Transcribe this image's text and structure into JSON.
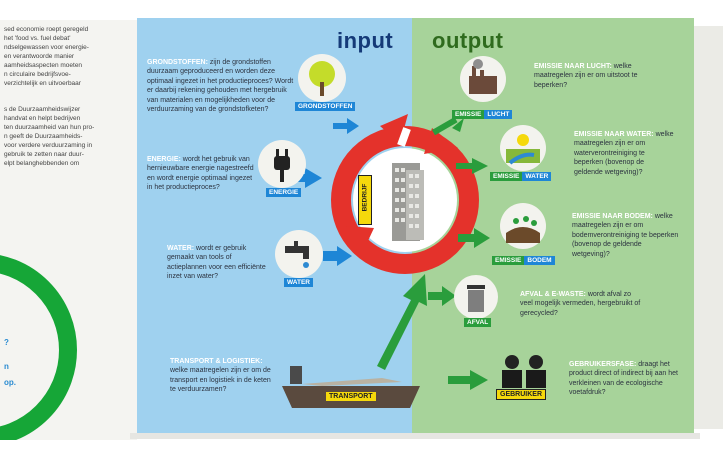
{
  "left_page": {
    "lines": [
      "sed economie roept geregeld",
      "het 'food vs. fuel debat'",
      "ndselgewassen voor energie-",
      "en verantwoorde manier",
      "aamheidsaspecten moeten",
      "n circulaire bedrijfsvoe-",
      "verzichtelijk en uitvoerbaar",
      "s de Duurzaamheidswijzer",
      "handvat en helpt bedrijven",
      "ten duurzaamheid van hun pro-",
      "n geeft de Duurzaamheids-",
      "voor verdere verduurzaming in",
      "gebruik te zetten naar duur-",
      "elpt belanghebbenden om"
    ],
    "partial_blue": [
      "?",
      "n",
      "op."
    ]
  },
  "input": {
    "title": "input",
    "grondstoffen": {
      "heading": "GRONDSTOFFEN:",
      "text": "zijn de grondstoffen duurzaam geproduceerd en worden deze optimaal ingezet in het productieproces? Wordt er daarbij rekening gehouden met hergebruik van materialen en mogelijkheden voor de verduurzaming van de grondstofketen?",
      "label": "GRONDSTOFFEN"
    },
    "energie": {
      "heading": "ENERGIE:",
      "text": "wordt het gebruik van hernieuwbare energie nagestreefd en wordt energie optimaal ingezet in het productieproces?",
      "label": "ENERGIE"
    },
    "water": {
      "heading": "WATER:",
      "text": "wordt er gebruik gemaakt van tools of actieplannen voor een efficiënte inzet van water?",
      "label": "WATER"
    },
    "transport": {
      "heading": "TRANSPORT & LOGISTIEK:",
      "text": "welke maatregelen zijn er om de transport en logistiek in de keten te verduurzamen?",
      "label": "TRANSPORT"
    }
  },
  "center": {
    "label": "BEDRIJF"
  },
  "output": {
    "title": "output",
    "lucht": {
      "heading": "EMISSIE NAAR LUCHT:",
      "text": "welke maatregelen zijn er om uitstoot te beperken?",
      "label_a": "EMISSIE",
      "label_b": "LUCHT"
    },
    "water": {
      "heading": "EMISSIE NAAR WATER:",
      "text": "welke maatregelen zijn er om waterverontreiniging te beperken (bovenop de geldende wetgeving)?",
      "label_a": "EMISSIE",
      "label_b": "WATER"
    },
    "bodem": {
      "heading": "EMISSIE NAAR BODEM:",
      "text": "welke maatregelen zijn er om bodemverontreiniging te beperken (bovenop de geldende wetgeving)?",
      "label_a": "EMISSIE",
      "label_b": "BODEM"
    },
    "afval": {
      "heading": "AFVAL & E-WASTE:",
      "text": "wordt afval zo veel mogelijk vermeden, hergebruikt of gerecycled?",
      "label": "AFVAL"
    },
    "gebruikersfase": {
      "heading": "GEBRUIKERSFASE:",
      "text": "draagt het product direct of indirect bij aan het verkleinen van de ecologische voetafdruk?",
      "label": "GEBRUIKER"
    }
  },
  "colors": {
    "input_bg": "#9fd1ef",
    "output_bg": "#a7d39a",
    "cycle_red": "#e4322b",
    "label_blue": "#1e86d6",
    "label_green": "#2a9d3c",
    "label_yellow": "#f5d90c"
  }
}
